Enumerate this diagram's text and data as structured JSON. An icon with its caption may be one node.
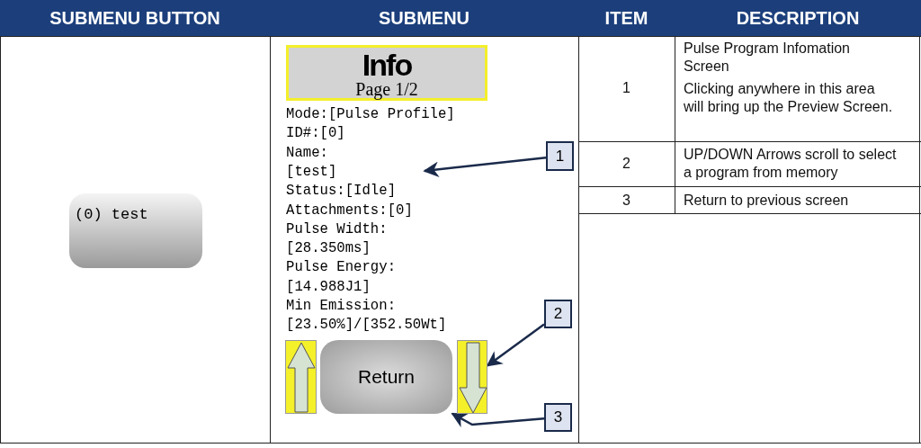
{
  "diagram": {
    "nodes": [
      {
        "text": [
          "(0) test"
        ]
      },
      {
        "text": [
          "Info",
          "Page 1/2"
        ]
      },
      {
        "text": [
          "1"
        ]
      },
      {
        "text": [
          "2"
        ]
      },
      {
        "text": [],
        "shape": "box"
      },
      {
        "text": [
          "Return"
        ]
      },
      {
        "text": [],
        "shape": "box"
      },
      {
        "text": [
          "3"
        ]
      }
    ],
    "edges": [
      {
        "from": 2,
        "to": null,
        "arrow": "to"
      },
      {
        "from": 3,
        "to": 6,
        "arrow": "to"
      },
      {
        "from": 7,
        "to": 5,
        "arrow": "to"
      }
    ],
    "labels": [
      "SUBMENU BUTTON",
      "SUBMENU",
      "ITEM",
      "DESCRIPTION",
      "Mode:[Pulse Profile]",
      "ID#:[0]",
      "Name:",
      "[test]",
      "Status:[Idle]",
      "Attachments:[0]",
      "Pulse Width:",
      "[28.350ms]",
      "Pulse Energy:",
      "[14.988J1]",
      "Min Emission:",
      "[23.50%]/[352.50Wt]",
      "1",
      "Pulse Program Infomation Screen",
      "Clicking anywhere in this area will bring up the Preview Screen.",
      "2",
      "UP/DOWN Arrows scroll to select a program from memory",
      "3",
      "Return to previous screen"
    ]
  }
}
